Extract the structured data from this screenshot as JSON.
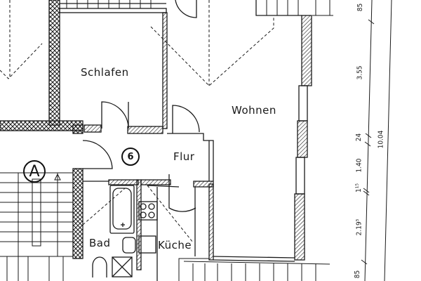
{
  "plan": {
    "unit_number": "6",
    "stair_label": "A",
    "rooms": {
      "schlafen": "Schlafen",
      "wohnen": "Wohnen",
      "flur": "Flur",
      "bad": "Bad",
      "kueche": "Küche"
    },
    "dimensions": {
      "segments": [
        "85",
        "3.55",
        "24",
        "1.40",
        "1¹⁵",
        "2.19⁵",
        "85"
      ],
      "total": "10.04"
    },
    "colors": {
      "line": "#1a1a1a",
      "background": "#ffffff"
    }
  }
}
